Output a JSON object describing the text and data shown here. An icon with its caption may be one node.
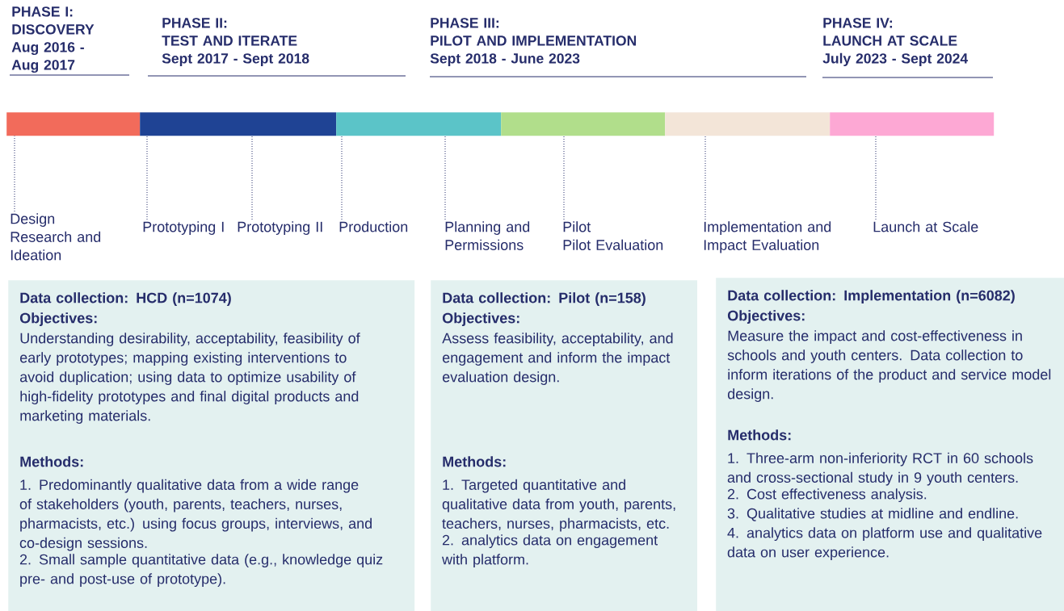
{
  "diagram": {
    "nodes": [
      {
        "text": [],
        "shape": "bar"
      },
      {
        "text": [],
        "shape": "bar"
      },
      {
        "text": [],
        "shape": "bar"
      },
      {
        "text": [],
        "shape": "bar"
      },
      {
        "text": [],
        "shape": "bar"
      },
      {
        "text": [],
        "shape": "bar"
      },
      {
        "text": [
          "Design Research and Ideation"
        ]
      },
      {
        "text": [
          "Prototyping I"
        ]
      },
      {
        "text": [
          "Prototyping II"
        ]
      },
      {
        "text": [
          "Production"
        ]
      },
      {
        "text": [
          "Planning and Permissions"
        ]
      },
      {
        "text": [
          "Pilot",
          "Pilot Evaluation"
        ]
      },
      {
        "text": [
          "Implementation and Impact Evaluation"
        ]
      },
      {
        "text": [
          "Launch at Scale"
        ]
      },
      {
        "text": [
          "Data collection: HCD (n=1074)",
          "Objectives:",
          "Understanding desirability, acceptability, feasibility of early prototypes; mapping existing interventions to avoid duplication; using data to optimize usability of high-fidelity prototypes and final digital products and marketing materials.",
          "Methods:",
          "1. Predominantly qualitative data from a wide range of stakeholders (youth, parents, teachers, nurses, pharmacists, etc.) using focus groups, interviews, and co-design sessions.",
          "2. Small sample quantitative data (e.g., knowledge quiz pre- and post-use of prototype)."
        ]
      },
      {
        "text": [
          "Data collection: Pilot (n=158)",
          "Objectives:",
          "Assess feasibility, acceptability, and engagement and inform the impact evaluation design.",
          "Methods:",
          "1. Targeted quantitative and qualitative data from youth, parents, teachers, nurses, pharmacists, etc.",
          "2. analytics data on engagement with platform."
        ]
      },
      {
        "text": [
          "Data collection: Implementation (n=6082)",
          "Objectives:",
          "Measure the impact and cost-effectiveness in schools and youth centers. Data collection to inform iterations of the product and service model design.",
          "Methods:",
          "1. Three-arm non-inferiority RCT in 60 schools and cross-sectional study in 9 youth centers.",
          "2. Cost effectiveness analysis.",
          "3. Qualitative studies at midline and endline.",
          "4. analytics data on platform use and qualitative data on user experience."
        ]
      }
    ],
    "edges": [
      {
        "from": 6,
        "to": 0,
        "arrow": "none"
      },
      {
        "from": 7,
        "to": 1,
        "arrow": "none"
      },
      {
        "from": 8,
        "to": 1,
        "arrow": "none"
      },
      {
        "from": 9,
        "to": 2,
        "arrow": "none"
      },
      {
        "from": 10,
        "to": 2,
        "arrow": "none"
      },
      {
        "from": 11,
        "to": 3,
        "arrow": "none"
      },
      {
        "from": 12,
        "to": 4,
        "arrow": "none"
      },
      {
        "from": 13,
        "to": 5,
        "arrow": "none"
      }
    ],
    "labels": [
      "PHASE I:",
      "DISCOVERY",
      "Aug 2016 - Aug 2017",
      "PHASE II:",
      "TEST AND ITERATE",
      "Sept 2017 - Sept 2018",
      "PHASE III:",
      "PILOT AND IMPLEMENTATION",
      "Sept 2018 - June 2023",
      "PHASE IV:",
      "LAUNCH AT SCALE",
      "July 2023 - Sept 2024"
    ]
  }
}
